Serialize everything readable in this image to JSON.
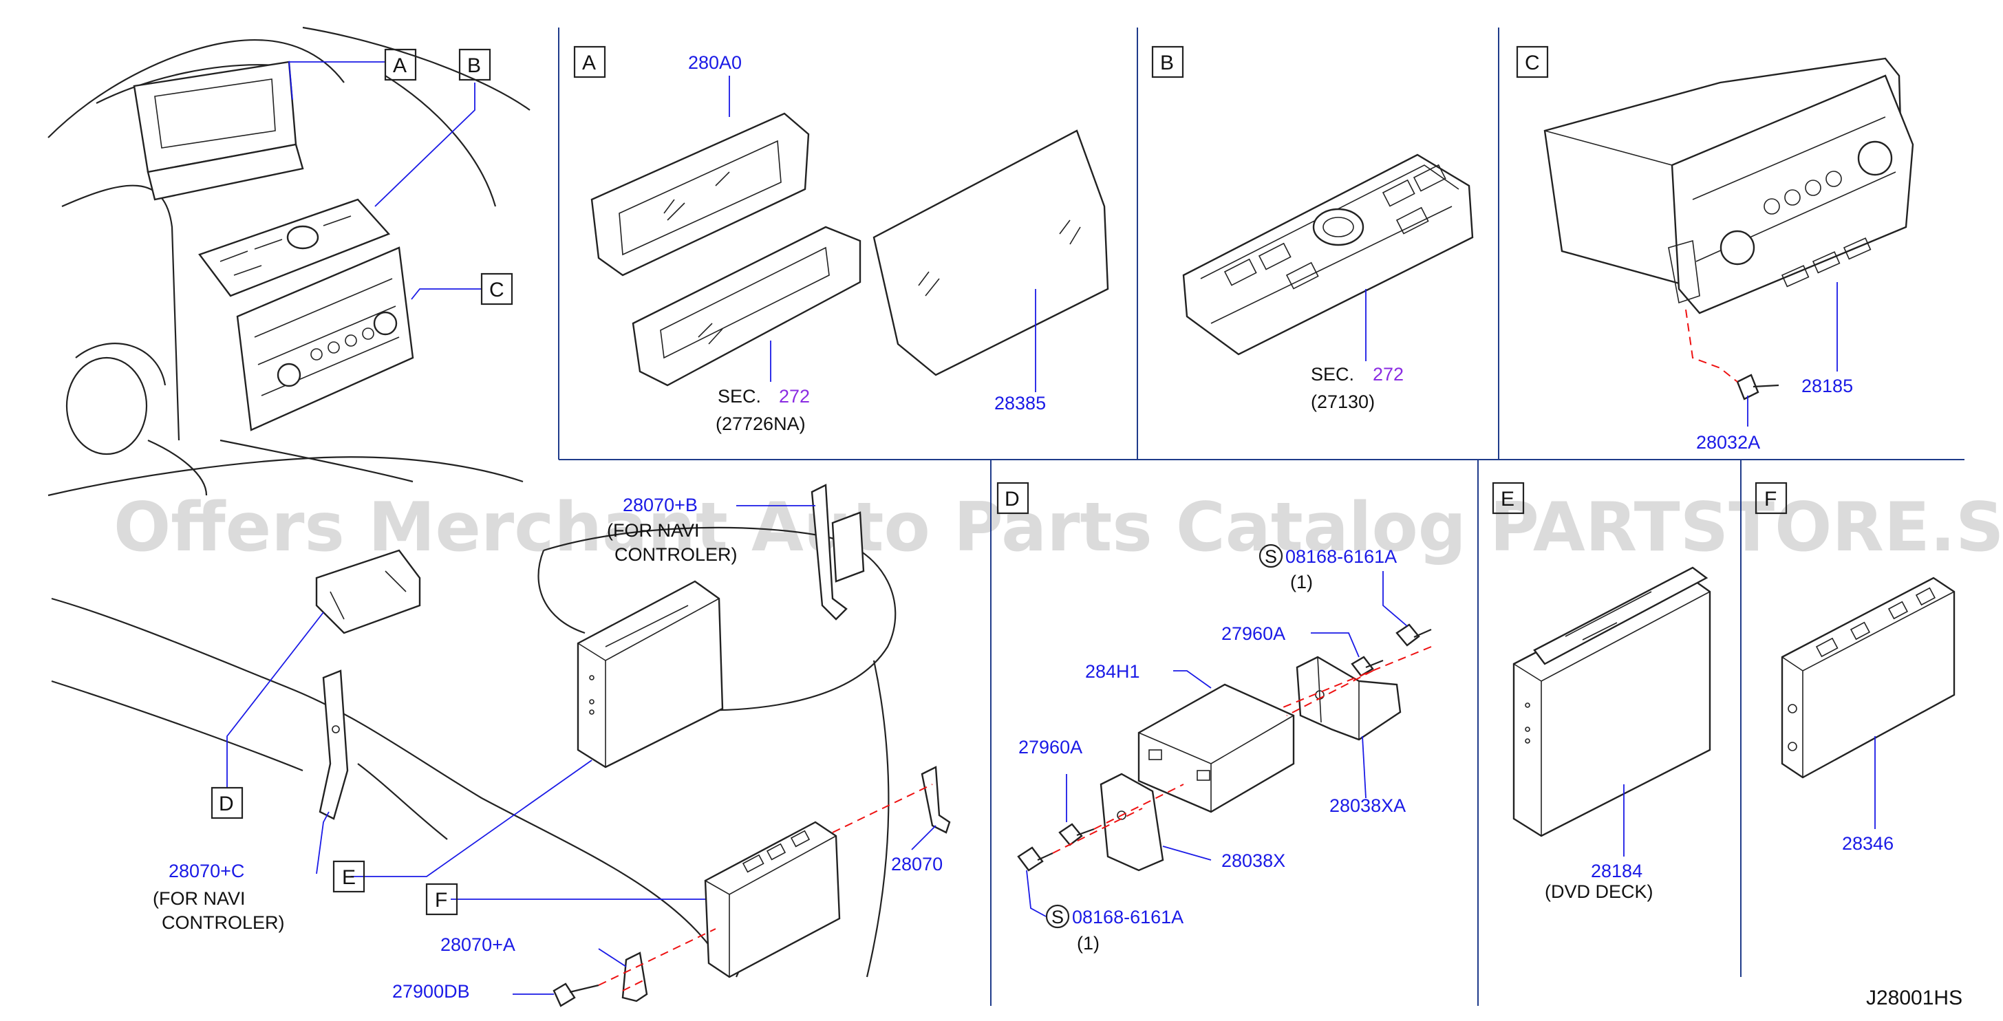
{
  "diagram_code": "J28001HS",
  "watermark": "Offers Merchant Auto Parts Catalog PARTSTORE.SA",
  "callouts": {
    "main_a": "A",
    "main_b": "B",
    "main_c": "C",
    "main_d": "D",
    "main_e": "E",
    "main_f": "F",
    "panel_a": "A",
    "panel_b": "B",
    "panel_c": "C",
    "panel_d": "D",
    "panel_e": "E",
    "panel_f": "F"
  },
  "labels": {
    "p280A0": "280A0",
    "sec_a": "SEC.",
    "sec_a_num": "272",
    "p27726NA": "(27726NA)",
    "p28385": "28385",
    "sec_b": "SEC.",
    "sec_b_num": "272",
    "p27130": "(27130)",
    "p28185": "28185",
    "p28032A": "28032A",
    "p28070B": "28070+B",
    "for_navi_1": "(FOR   NAVI",
    "for_navi_2": "CONTROLER)",
    "p28070C": "28070+C",
    "for_navi_3": "(FOR   NAVI",
    "for_navi_4": "CONTROLER)",
    "p28070": "28070",
    "p28070A": "28070+A",
    "p27900DB": "27900DB",
    "s_mark_1": "S",
    "p08168_1": "08168-6161A",
    "qty_1": "(1)",
    "p27960A_1": "27960A",
    "p284H1": "284H1",
    "p27960A_2": "27960A",
    "p28038XA": "28038XA",
    "p28038X": "28038X",
    "s_mark_2": "S",
    "p08168_2": "08168-6161A",
    "qty_2": "(1)",
    "p28184": "28184",
    "dvd_deck": "(DVD    DECK)",
    "p28346": "28346"
  },
  "colors": {
    "part_number": "#1a1ae6",
    "section_number": "#8a2be2",
    "panel_divider": "#1f3b8a",
    "install_path": "#e11111"
  }
}
